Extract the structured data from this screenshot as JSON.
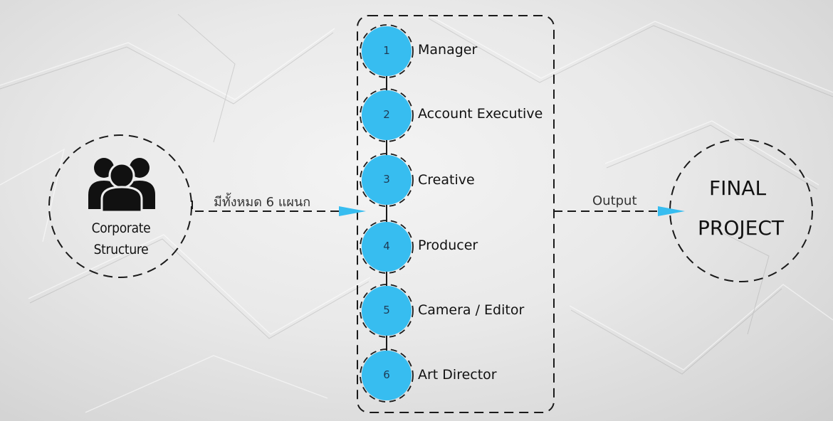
{
  "source": {
    "icon": "people-group-icon",
    "label_line1": "Corporate",
    "label_line2": "Structure"
  },
  "connector_in_label": "มีทั้งหมด 6 แผนก",
  "connector_out_label": "Output",
  "stages": [
    {
      "number": "1",
      "name": "Manager"
    },
    {
      "number": "2",
      "name": "Account Executive"
    },
    {
      "number": "3",
      "name": "Creative"
    },
    {
      "number": "4",
      "name": "Producer"
    },
    {
      "number": "5",
      "name": "Camera / Editor"
    },
    {
      "number": "6",
      "name": "Art Director"
    }
  ],
  "result": {
    "line1": "FINAL",
    "line2": "PROJECT"
  },
  "colors": {
    "node_fill": "#37bdf0",
    "arrow": "#37bdf0",
    "dash_stroke": "#1a1a1a"
  }
}
